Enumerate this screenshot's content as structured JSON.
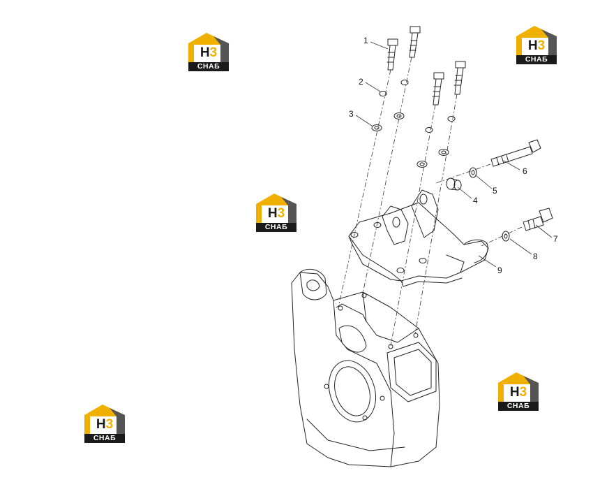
{
  "diagram": {
    "callouts": [
      {
        "id": "1",
        "label": "1"
      },
      {
        "id": "2",
        "label": "2"
      },
      {
        "id": "3",
        "label": "3"
      },
      {
        "id": "4",
        "label": "4"
      },
      {
        "id": "5",
        "label": "5"
      },
      {
        "id": "6",
        "label": "6"
      },
      {
        "id": "7",
        "label": "7"
      },
      {
        "id": "8",
        "label": "8"
      },
      {
        "id": "9",
        "label": "9"
      }
    ]
  },
  "watermark": {
    "mark_left": "H",
    "mark_right": "3",
    "caption": "СНАБ",
    "colors": {
      "yellow": "#f0b000",
      "dark": "#1a1a1a",
      "gray": "#555555"
    }
  }
}
